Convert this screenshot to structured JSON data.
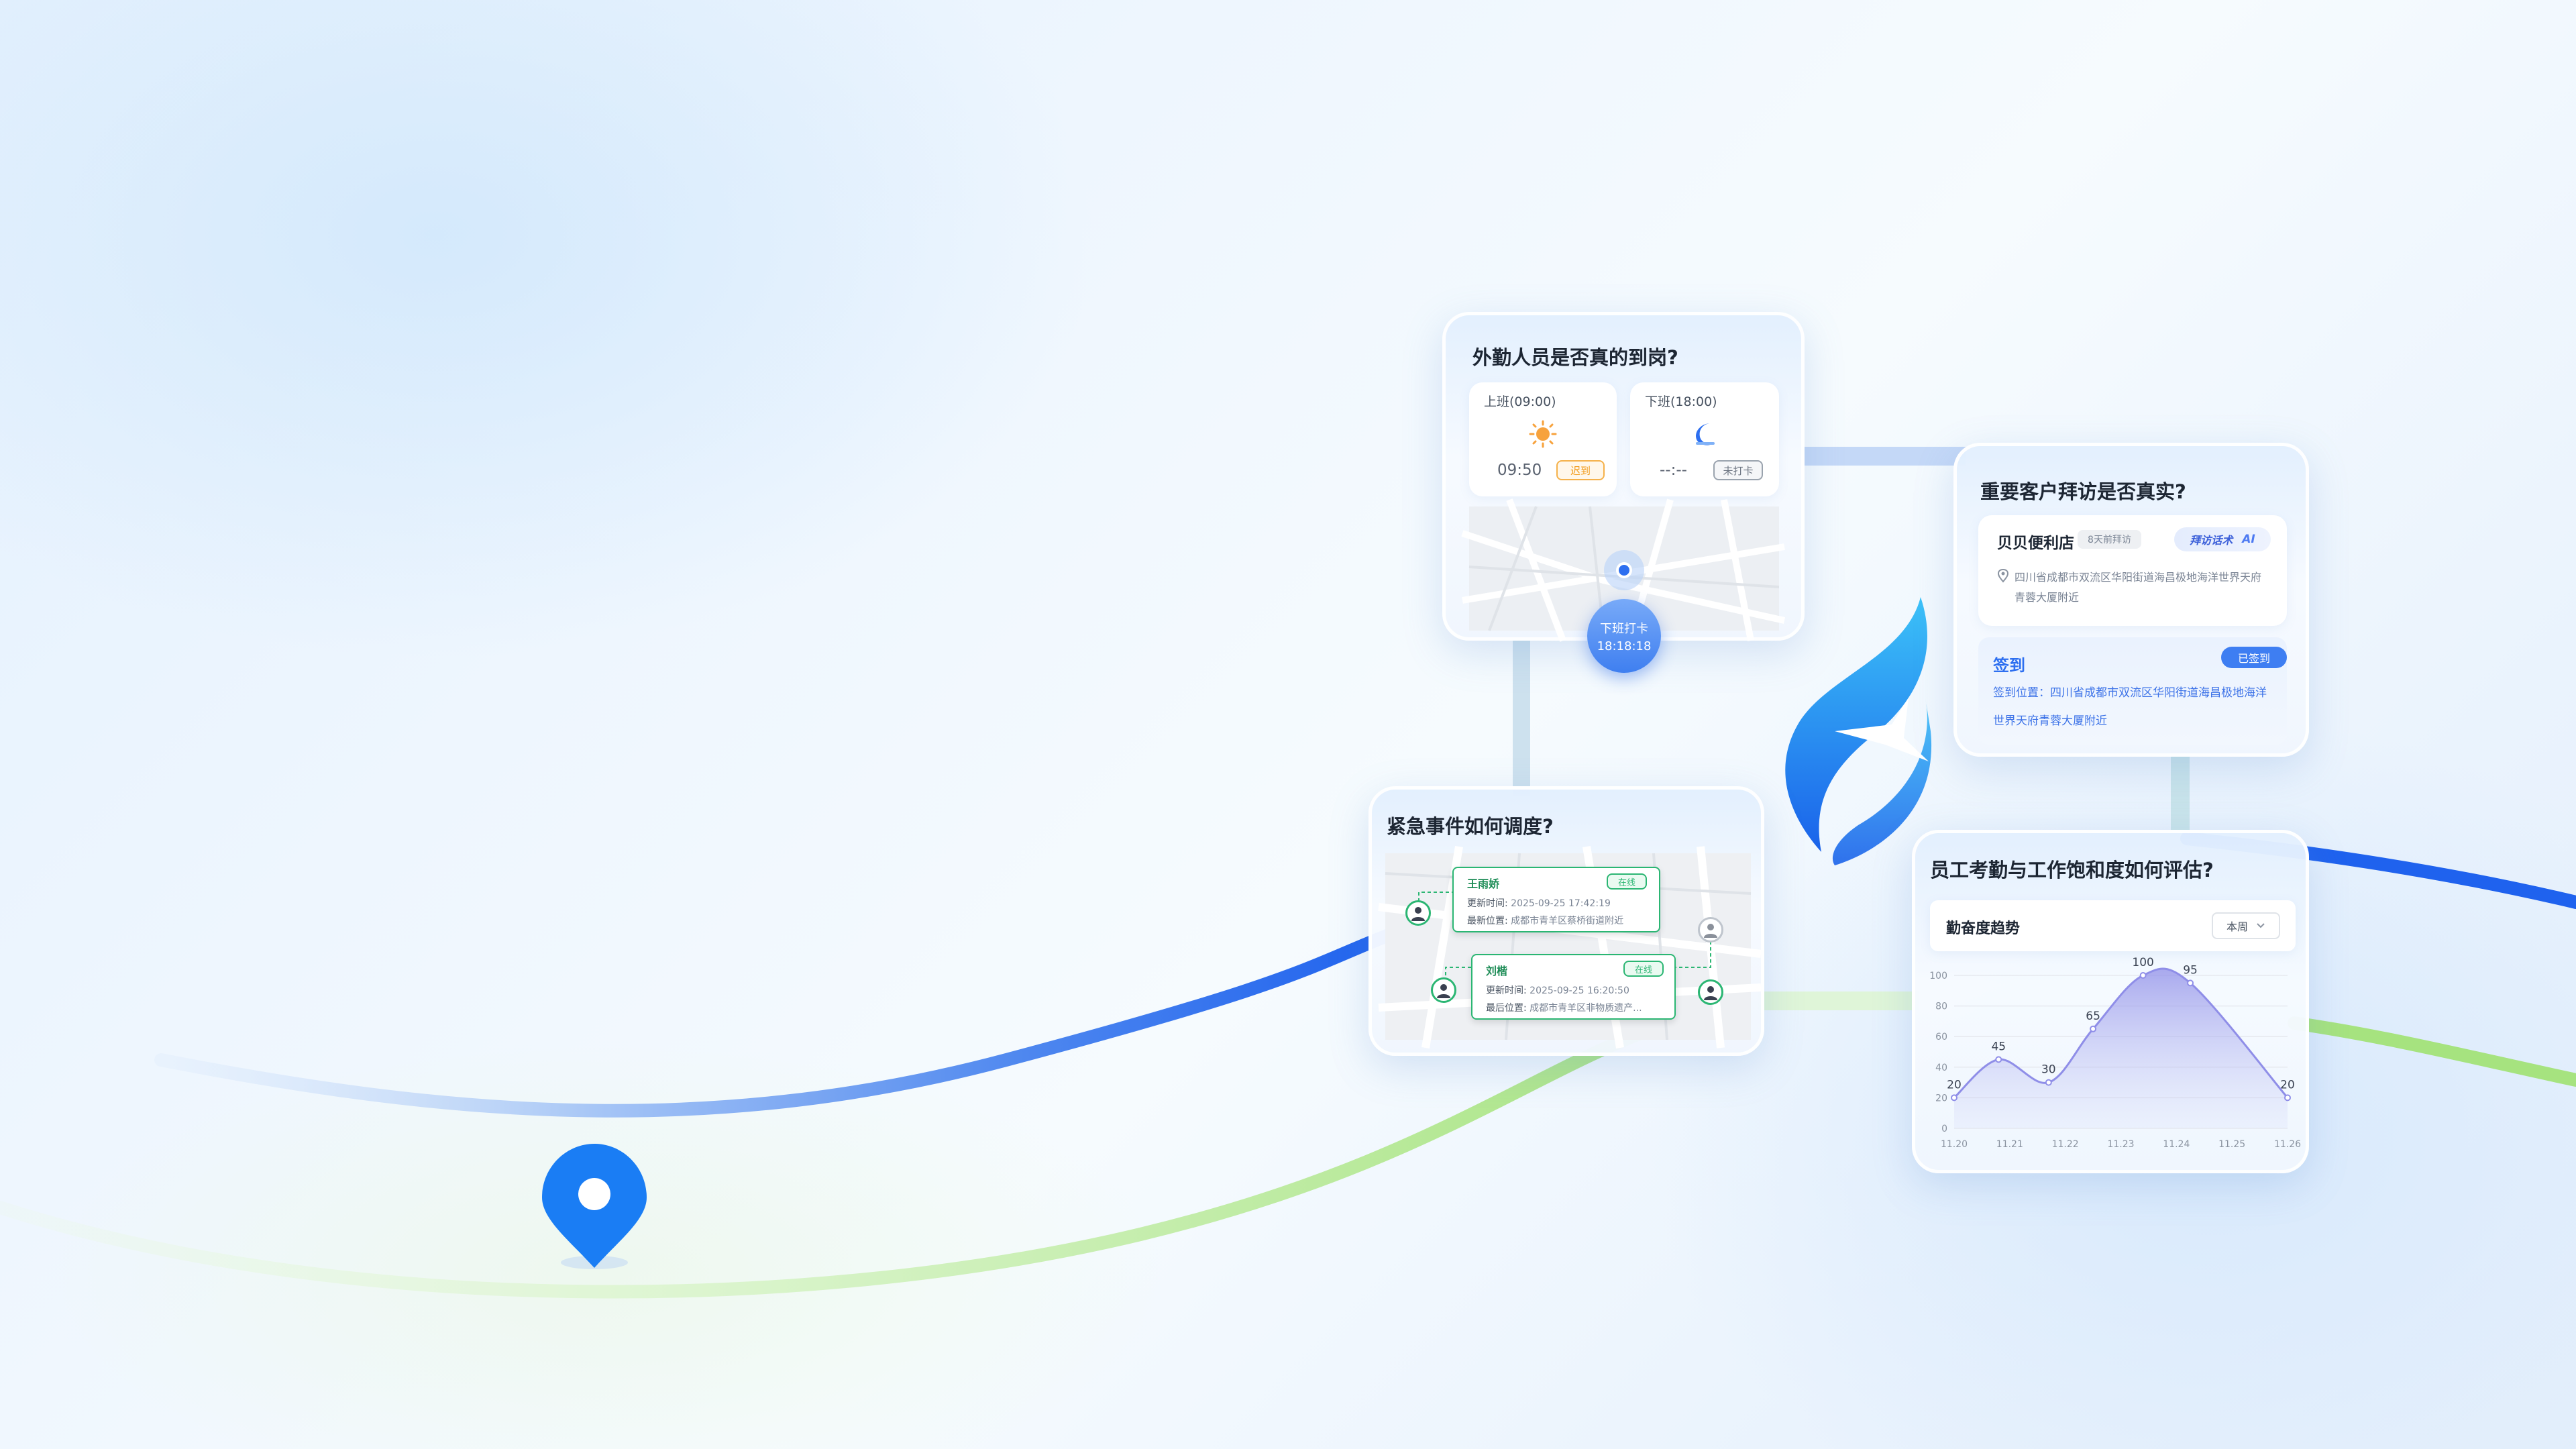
{
  "colors": {
    "accent_blue": "#1f6ff2",
    "accent_green": "#a6e37f",
    "warning": "#f5a623",
    "success": "#2bb673",
    "chart_purple": "#8f8ee8"
  },
  "icons": {
    "sun": "sun-icon",
    "moon": "moon-icon",
    "location_pin": "location-pin-icon",
    "brand": "brand-flame-plane-icon",
    "chevron": "chevron-down-icon"
  },
  "card_attendance": {
    "title": "外勤人员是否真的到岗?",
    "morning": {
      "label": "上班(09:00)",
      "time": "09:50",
      "status": "迟到"
    },
    "evening": {
      "label": "下班(18:00)",
      "time": "--:--",
      "status": "未打卡"
    },
    "clock_button": {
      "label": "下班打卡",
      "time": "18:18:18"
    }
  },
  "card_visit": {
    "title": "重要客户拜访是否真实?",
    "store_name": "贝贝便利店",
    "store_badge": "8天前拜访",
    "ai_badge": "拜访话术",
    "ai_label": "AI",
    "address": "四川省成都市双流区华阳街道海昌极地海洋世界天府青蓉大厦附近",
    "checkin_label": "签到",
    "checkin_status": "已签到",
    "checkin_location": "签到位置：四川省成都市双流区华阳街道海昌极地海洋世界天府青蓉大厦附近"
  },
  "card_dispatch": {
    "title": "紧急事件如何调度?",
    "people": [
      {
        "name": "王雨娇",
        "status": "在线",
        "time_label": "更新时间:",
        "time": "2025-09-25 17:42:19",
        "pos_label": "最新位置:",
        "position": "成都市青羊区蔡桥街道附近"
      },
      {
        "name": "刘楷",
        "status": "在线",
        "time_label": "更新时间:",
        "time": "2025-09-25 16:20:50",
        "pos_label": "最后位置:",
        "position": "成都市青羊区非物质遗产..."
      }
    ]
  },
  "card_evaluation": {
    "title": "员工考勤与工作饱和度如何评估?",
    "chart_title": "勤奋度趋势",
    "period_select": "本周"
  },
  "chart_data": {
    "type": "area",
    "title": "勤奋度趋势",
    "xlabel": "",
    "ylabel": "",
    "categories": [
      "11.20",
      "11.21",
      "11.22",
      "11.23",
      "11.24",
      "11.25",
      "11.26"
    ],
    "x": [
      0,
      0.8,
      1.7,
      2.5,
      3.4,
      4.25,
      6.0
    ],
    "values": [
      20,
      45,
      30,
      65,
      100,
      95,
      20
    ],
    "point_labels": [
      "20",
      "45",
      "30",
      "65",
      "100",
      "95",
      "20"
    ],
    "ylim": [
      0,
      100
    ],
    "yticks": [
      "0",
      "20",
      "40",
      "60",
      "80",
      "100"
    ],
    "grid": true
  }
}
